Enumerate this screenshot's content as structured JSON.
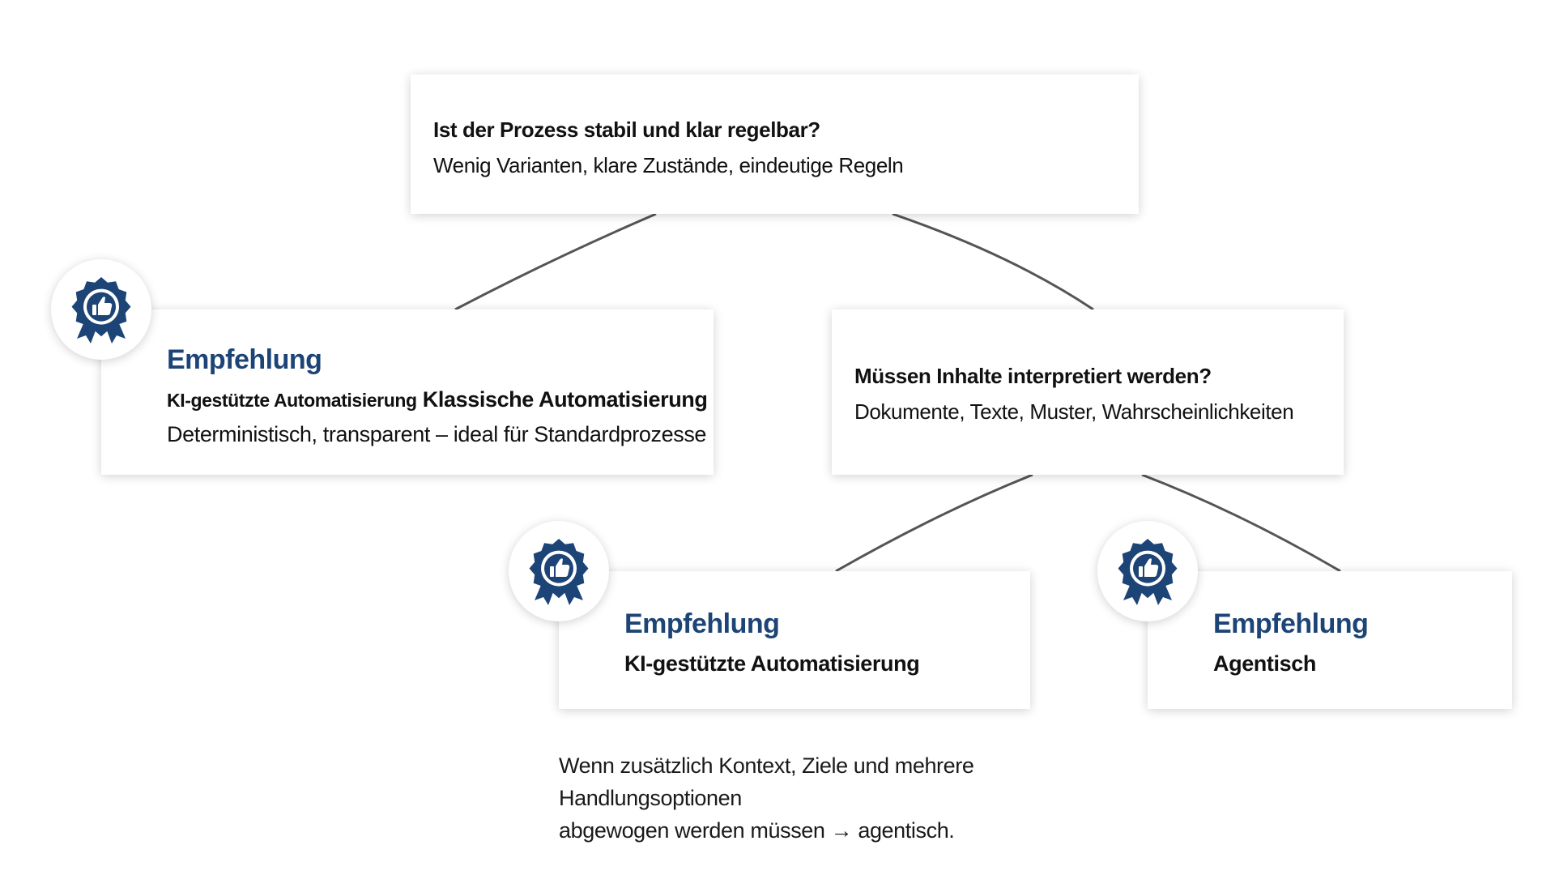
{
  "colors": {
    "accent": "#1d4476",
    "connector": "#555555",
    "text": "#111111"
  },
  "root_question": {
    "title": "Ist der Prozess stabil und klar regelbar?",
    "subtitle": "Wenig Varianten, klare Zustände, eindeutige Regeln"
  },
  "second_question": {
    "title": "Müssen Inhalte interpretiert werden?",
    "subtitle": "Dokumente, Texte, Muster, Wahrscheinlichkeiten"
  },
  "recommendations": [
    {
      "heading": "Empfehlung",
      "prefix": "KI-gestützte Automatisierung",
      "label": "Klassische Automatisierung",
      "description": "Deterministisch, transparent – ideal für Standardprozesse",
      "icon": "award-thumbs-up-icon"
    },
    {
      "heading": "Empfehlung",
      "label": "KI-gestützte Automatisierung",
      "icon": "award-thumbs-up-icon"
    },
    {
      "heading": "Empfehlung",
      "label": "Agentisch",
      "icon": "award-thumbs-up-icon"
    }
  ],
  "note": {
    "line1": "Wenn zusätzlich Kontext, Ziele und mehrere Handlungsoptionen",
    "line2": "abgewogen werden müssen → agentisch."
  }
}
